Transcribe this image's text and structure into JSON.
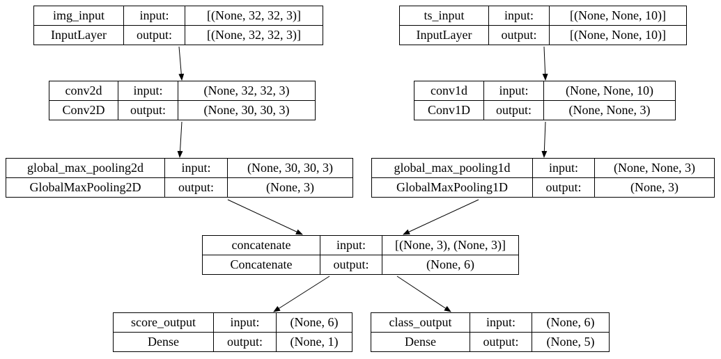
{
  "labels": {
    "input": "input:",
    "output": "output:"
  },
  "nodes": [
    {
      "name": "img_input",
      "type": "InputLayer",
      "input_shape": "[(None, 32, 32, 3)]",
      "output_shape": "[(None, 32, 32, 3)]"
    },
    {
      "name": "ts_input",
      "type": "InputLayer",
      "input_shape": "[(None, None, 10)]",
      "output_shape": "[(None, None, 10)]"
    },
    {
      "name": "conv2d",
      "type": "Conv2D",
      "input_shape": "(None, 32, 32, 3)",
      "output_shape": "(None, 30, 30, 3)"
    },
    {
      "name": "conv1d",
      "type": "Conv1D",
      "input_shape": "(None, None, 10)",
      "output_shape": "(None, None, 3)"
    },
    {
      "name": "global_max_pooling2d",
      "type": "GlobalMaxPooling2D",
      "input_shape": "(None, 30, 30, 3)",
      "output_shape": "(None, 3)"
    },
    {
      "name": "global_max_pooling1d",
      "type": "GlobalMaxPooling1D",
      "input_shape": "(None, None, 3)",
      "output_shape": "(None, 3)"
    },
    {
      "name": "concatenate",
      "type": "Concatenate",
      "input_shape": "[(None, 3), (None, 3)]",
      "output_shape": "(None, 6)"
    },
    {
      "name": "score_output",
      "type": "Dense",
      "input_shape": "(None, 6)",
      "output_shape": "(None, 1)"
    },
    {
      "name": "class_output",
      "type": "Dense",
      "input_shape": "(None, 6)",
      "output_shape": "(None, 5)"
    }
  ],
  "edges": [
    {
      "from": "img_input",
      "to": "conv2d"
    },
    {
      "from": "ts_input",
      "to": "conv1d"
    },
    {
      "from": "conv2d",
      "to": "global_max_pooling2d"
    },
    {
      "from": "conv1d",
      "to": "global_max_pooling1d"
    },
    {
      "from": "global_max_pooling2d",
      "to": "concatenate"
    },
    {
      "from": "global_max_pooling1d",
      "to": "concatenate"
    },
    {
      "from": "concatenate",
      "to": "score_output"
    },
    {
      "from": "concatenate",
      "to": "class_output"
    }
  ],
  "colors": {
    "background": "#ffffff",
    "line": "#000000",
    "text": "#000000"
  }
}
